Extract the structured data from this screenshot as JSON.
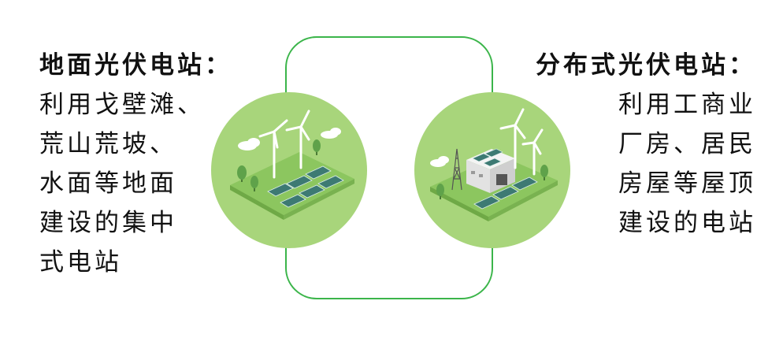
{
  "left": {
    "title": "地面光伏电站：",
    "lines": [
      "利用戈壁滩、",
      "荒山荒坡、",
      "水面等地面",
      "建设的集中",
      "式电站"
    ]
  },
  "right": {
    "title": "分布式光伏电站：",
    "lines": [
      "利用工商业",
      "厂房、居民",
      "房屋等屋顶",
      "建设的电站"
    ]
  },
  "colors": {
    "frame": "#3bb54a",
    "circle": "#a8d57b",
    "ground": "#8cc65f",
    "panel": "#3d7a73",
    "tree": "#5fa24a",
    "text": "#111111"
  },
  "icons": {
    "left": "ground-solar-farm-icon",
    "right": "rooftop-solar-building-icon"
  }
}
